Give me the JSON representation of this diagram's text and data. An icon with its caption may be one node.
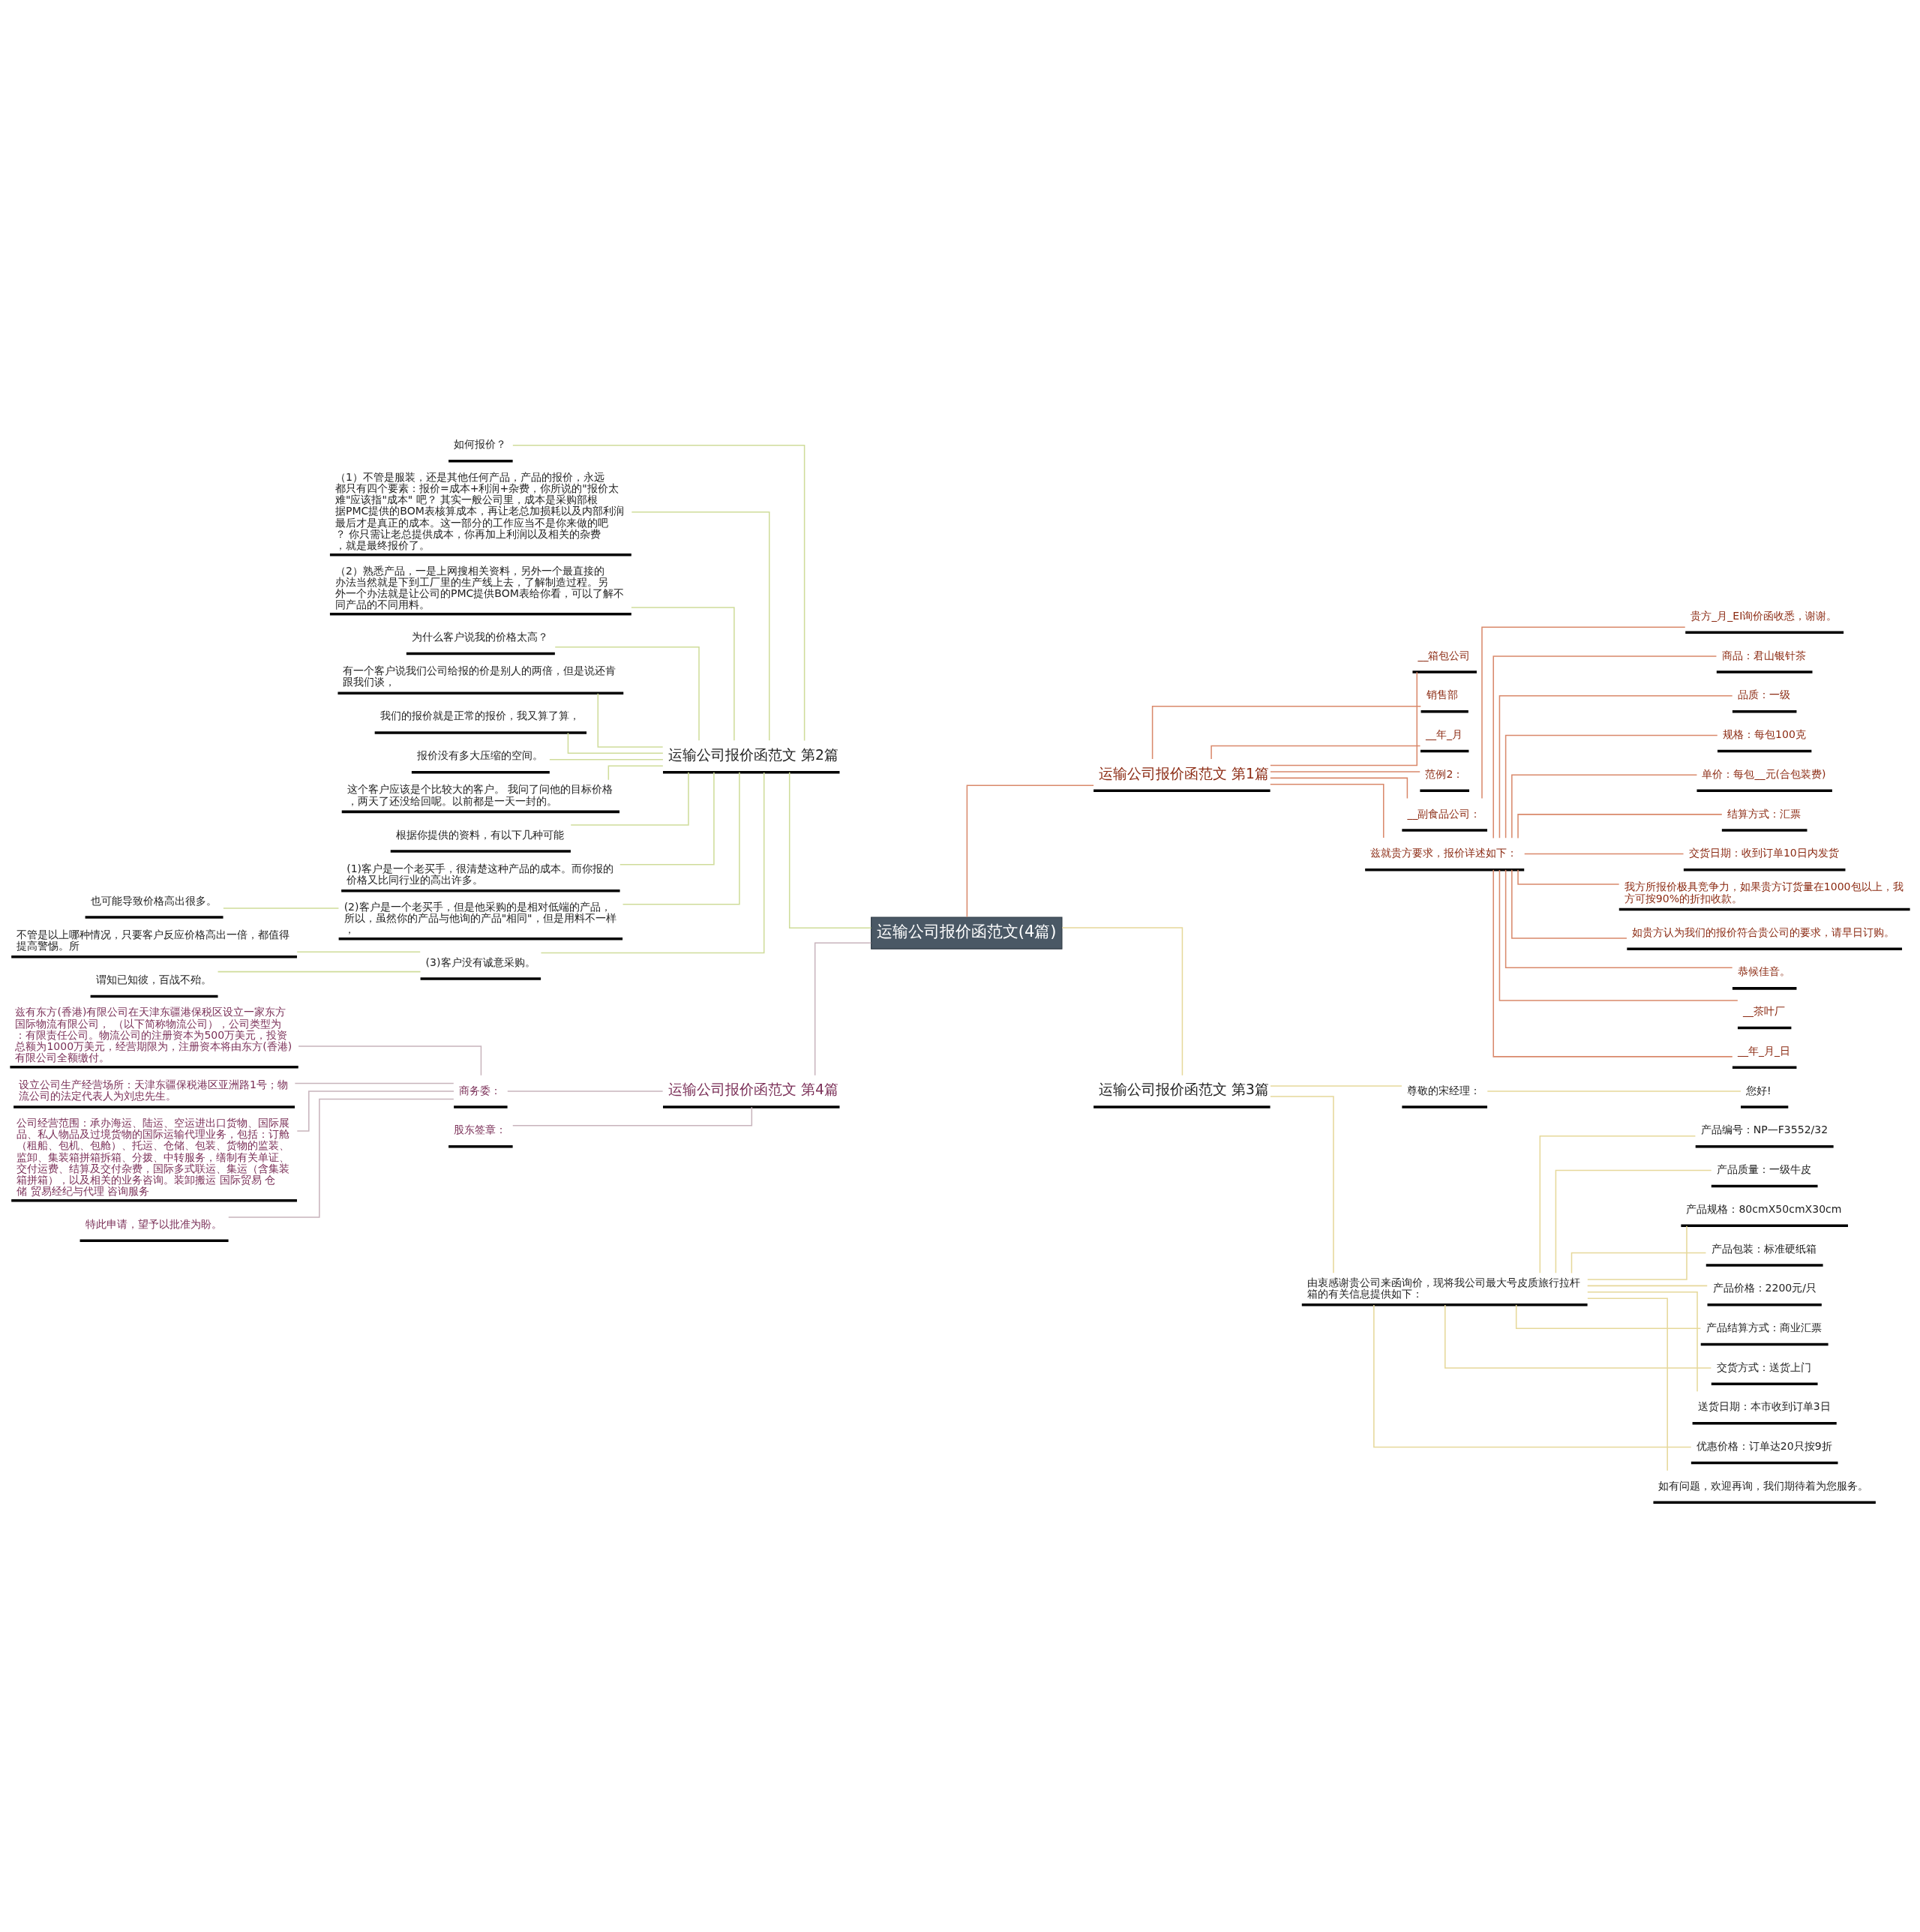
{
  "diagram": {
    "nodes": [
      {
        "text": [
          "运输公司报价函范文(4篇)"
        ]
      },
      {
        "text": [
          "运输公司报价函范文 第1篇"
        ]
      },
      {
        "text": [
          "__箱包公司"
        ]
      },
      {
        "text": [
          "销售部"
        ]
      },
      {
        "text": [
          "__年_月"
        ]
      },
      {
        "text": [
          "范例2："
        ]
      },
      {
        "text": [
          "__副食品公司："
        ]
      },
      {
        "text": [
          "贵方_月_EI询价函收悉，谢谢。"
        ]
      },
      {
        "text": [
          "兹就贵方要求，报价详述如下："
        ]
      },
      {
        "text": [
          "商品：君山银针茶"
        ]
      },
      {
        "text": [
          "品质：一级"
        ]
      },
      {
        "text": [
          "规格：每包100克"
        ]
      },
      {
        "text": [
          "单价：每包__元(合包装费)"
        ]
      },
      {
        "text": [
          "结算方式：汇票"
        ]
      },
      {
        "text": [
          "交货日期：收到订单10日内发货"
        ]
      },
      {
        "text": [
          "我方所报价极具竞争力，如果贵方订货量在1000包以上，我方可按90%的折扣收款。"
        ]
      },
      {
        "text": [
          "如贵方认为我们的报价符合贵公司的要求，请早日订购。"
        ]
      },
      {
        "text": [
          "恭候佳音。"
        ]
      },
      {
        "text": [
          "__茶叶厂"
        ]
      },
      {
        "text": [
          "__年_月_日"
        ]
      },
      {
        "text": [
          "运输公司报价函范文 第2篇"
        ]
      },
      {
        "text": [
          "如何报价？"
        ]
      },
      {
        "text": [
          "（1）不管是服装，还是其他任何产品，产品的报价，永远都只有四个要素：报价=成本+利润+杂费，你所说的\"报价太难\"应该指\"成本\" 吧？ 其实一般公司里，成本是采购部根据PMC提供的BOM表核算成本，再让老总加损耗以及内部利润最后才是真正的成本。这一部分的工作应当不是你来做的吧？ 你只需让老总提供成本，你再加上利润以及相关的杂费，就是最终报价了。"
        ]
      },
      {
        "text": [
          "（2）熟悉产品，一是上网搜相关资料，另外一个最直接的办法当然就是下到工厂里的生产线上去，了解制造过程。另外一个办法就是让公司的PMC提供BOM表给你看，可以了解不同产品的不同用料。"
        ]
      },
      {
        "text": [
          "为什么客户说我的价格太高？"
        ]
      },
      {
        "text": [
          "有一个客户说我们公司给报的价是别人的两倍，但是说还肯跟我们谈，"
        ]
      },
      {
        "text": [
          "我们的报价就是正常的报价，我又算了算，"
        ]
      },
      {
        "text": [
          "报价没有多大压缩的空间。"
        ]
      },
      {
        "text": [
          "这个客户应该是个比较大的客户。 我问了问他的目标价格，两天了还没给回呢。以前都是一天一封的。"
        ]
      },
      {
        "text": [
          "根据你提供的资料，有以下几种可能"
        ]
      },
      {
        "text": [
          "(1)客户是一个老买手，很清楚这种产品的成本。而你报的价格又比同行业的高出许多。"
        ]
      },
      {
        "text": [
          "(2)客户是一个老买手，但是他采购的是相对低端的产品，所以，虽然你的产品与他询的产品\"相同\"，但是用料不一样，"
        ]
      },
      {
        "text": [
          "也可能导致价格高出很多。"
        ]
      },
      {
        "text": [
          "(3)客户没有诚意采购。"
        ]
      },
      {
        "text": [
          "不管是以上哪种情况，只要客户反应价格高出一倍，都值得提高警惕。所"
        ]
      },
      {
        "text": [
          "谓知已知彼，百战不殆。"
        ]
      },
      {
        "text": [
          "运输公司报价函范文 第3篇"
        ]
      },
      {
        "text": [
          "尊敬的宋经理："
        ]
      },
      {
        "text": [
          "您好!"
        ]
      },
      {
        "text": [
          "由衷感谢贵公司来函询价，现将我公司最大号皮质旅行拉杆箱的有关信息提供如下："
        ]
      },
      {
        "text": [
          "产品编号：NP—F3552/32"
        ]
      },
      {
        "text": [
          "产品质量：一级牛皮"
        ]
      },
      {
        "text": [
          "产品规格：80cmX50cmX30cm"
        ]
      },
      {
        "text": [
          "产品包装：标准硬纸箱"
        ]
      },
      {
        "text": [
          "产品价格：2200元/只"
        ]
      },
      {
        "text": [
          "产品结算方式：商业汇票"
        ]
      },
      {
        "text": [
          "交货方式：送货上门"
        ]
      },
      {
        "text": [
          "送货日期：本市收到订单3日"
        ]
      },
      {
        "text": [
          "优惠价格：订单达20只按9折"
        ]
      },
      {
        "text": [
          "如有问题，欢迎再询，我们期待着为您服务。"
        ]
      },
      {
        "text": [
          "运输公司报价函范文 第4篇"
        ]
      },
      {
        "text": [
          "商务委："
        ]
      },
      {
        "text": [
          "兹有东方(香港)有限公司在天津东疆港保税区设立一家东方国际物流有限公司， （以下简称物流公司），公司类型为：有限责任公司。物流公司的注册资本为500万美元，投资总额为1000万美元，经营期限为，注册资本将由东方(香港)有限公司全额缴付。"
        ]
      },
      {
        "text": [
          "设立公司生产经营场所：天津东疆保税港区亚洲路1号；物流公司的法定代表人为刘忠先生。"
        ]
      },
      {
        "text": [
          "公司经营范围：承办海运、陆运、空运进出口货物、国际展品、私人物品及过境货物的国际运输代理业务，包括：订舱（租船、包机、包舱）、托运、仓储、包装、货物的监装、监卸、集装箱拼箱拆箱、分拨、中转服务，缮制有关单证、交付运费、结算及交付杂费，国际多式联运、集运（含集装箱拼箱），以及相关的业务咨询。装卸搬运 国际贸易 仓储 贸易经纪与代理 咨询服务"
        ]
      },
      {
        "text": [
          "特此申请，望予以批准为盼。"
        ]
      },
      {
        "text": [
          "股东签章："
        ]
      }
    ],
    "edges": [
      {
        "from": 0,
        "to": 1,
        "arrow": "none",
        "color": "#d9896b"
      },
      {
        "from": 1,
        "to": 2,
        "arrow": "none",
        "color": "#d9896b"
      },
      {
        "from": 1,
        "to": 3,
        "arrow": "none",
        "color": "#d9896b"
      },
      {
        "from": 1,
        "to": 4,
        "arrow": "none",
        "color": "#d9896b"
      },
      {
        "from": 1,
        "to": 5,
        "arrow": "none",
        "color": "#d9896b"
      },
      {
        "from": 1,
        "to": 6,
        "arrow": "none",
        "color": "#d9896b"
      },
      {
        "from": 6,
        "to": 7,
        "arrow": "none",
        "color": "#d9896b"
      },
      {
        "from": 1,
        "to": 8,
        "arrow": "none",
        "color": "#d9896b"
      },
      {
        "from": 8,
        "to": 9,
        "arrow": "none",
        "color": "#d9896b"
      },
      {
        "from": 8,
        "to": 10,
        "arrow": "none",
        "color": "#d9896b"
      },
      {
        "from": 8,
        "to": 11,
        "arrow": "none",
        "color": "#d9896b"
      },
      {
        "from": 8,
        "to": 12,
        "arrow": "none",
        "color": "#d9896b"
      },
      {
        "from": 8,
        "to": 13,
        "arrow": "none",
        "color": "#d9896b"
      },
      {
        "from": 8,
        "to": 14,
        "arrow": "none",
        "color": "#d9896b"
      },
      {
        "from": 8,
        "to": 15,
        "arrow": "none",
        "color": "#d9896b"
      },
      {
        "from": 8,
        "to": 16,
        "arrow": "none",
        "color": "#d9896b"
      },
      {
        "from": 8,
        "to": 17,
        "arrow": "none",
        "color": "#d9896b"
      },
      {
        "from": 8,
        "to": 18,
        "arrow": "none",
        "color": "#d9896b"
      },
      {
        "from": 8,
        "to": 19,
        "arrow": "none",
        "color": "#d9896b"
      },
      {
        "from": 0,
        "to": 20,
        "arrow": "none"
      },
      {
        "from": 20,
        "to": 21,
        "arrow": "none"
      },
      {
        "from": 20,
        "to": 22,
        "arrow": "none"
      },
      {
        "from": 20,
        "to": 23,
        "arrow": "none"
      },
      {
        "from": 20,
        "to": 24,
        "arrow": "none"
      },
      {
        "from": 20,
        "to": 25,
        "arrow": "none"
      },
      {
        "from": 20,
        "to": 26,
        "arrow": "none"
      },
      {
        "from": 20,
        "to": 27,
        "arrow": "none"
      },
      {
        "from": 20,
        "to": 28,
        "arrow": "none"
      },
      {
        "from": 20,
        "to": 29,
        "arrow": "none"
      },
      {
        "from": 20,
        "to": 30,
        "arrow": "none"
      },
      {
        "from": 20,
        "to": 31,
        "arrow": "none"
      },
      {
        "from": 31,
        "to": 32,
        "arrow": "none"
      },
      {
        "from": 20,
        "to": 33,
        "arrow": "none"
      },
      {
        "from": 33,
        "to": 34,
        "arrow": "none"
      },
      {
        "from": 33,
        "to": 35,
        "arrow": "none"
      },
      {
        "from": 0,
        "to": 36,
        "arrow": "none",
        "color": "#e6d89a"
      },
      {
        "from": 36,
        "to": 37,
        "arrow": "none",
        "color": "#e6d89a"
      },
      {
        "from": 37,
        "to": 38,
        "arrow": "none",
        "color": "#e6d89a"
      },
      {
        "from": 36,
        "to": 39,
        "arrow": "none",
        "color": "#e6d89a"
      },
      {
        "from": 39,
        "to": 40,
        "arrow": "none",
        "color": "#e6d89a"
      },
      {
        "from": 39,
        "to": 41,
        "arrow": "none",
        "color": "#e6d89a"
      },
      {
        "from": 39,
        "to": 42,
        "arrow": "none",
        "color": "#e6d89a"
      },
      {
        "from": 39,
        "to": 43,
        "arrow": "none",
        "color": "#e6d89a"
      },
      {
        "from": 39,
        "to": 44,
        "arrow": "none",
        "color": "#e6d89a"
      },
      {
        "from": 39,
        "to": 45,
        "arrow": "none",
        "color": "#e6d89a"
      },
      {
        "from": 39,
        "to": 46,
        "arrow": "none",
        "color": "#e6d89a"
      },
      {
        "from": 39,
        "to": 47,
        "arrow": "none",
        "color": "#e6d89a"
      },
      {
        "from": 39,
        "to": 48,
        "arrow": "none",
        "color": "#e6d89a"
      },
      {
        "from": 39,
        "to": 49,
        "arrow": "none",
        "color": "#e6d89a"
      },
      {
        "from": 0,
        "to": 50,
        "arrow": "none",
        "color": "#c8b4bc"
      },
      {
        "from": 50,
        "to": 51,
        "arrow": "none",
        "color": "#c8b4bc"
      },
      {
        "from": 51,
        "to": 52,
        "arrow": "none",
        "color": "#c8b4bc"
      },
      {
        "from": 51,
        "to": 53,
        "arrow": "none",
        "color": "#c8b4bc"
      },
      {
        "from": 51,
        "to": 54,
        "arrow": "none",
        "color": "#c8b4bc"
      },
      {
        "from": 51,
        "to": 55,
        "arrow": "none",
        "color": "#c8b4bc"
      },
      {
        "from": 50,
        "to": 56,
        "arrow": "none",
        "color": "#c8b4bc"
      }
    ]
  }
}
